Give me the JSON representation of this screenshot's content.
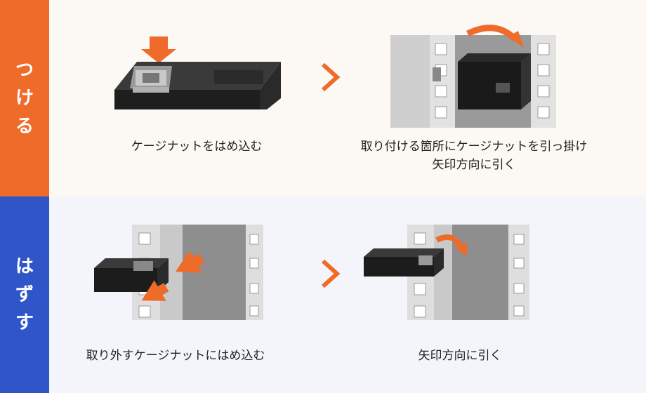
{
  "attach": {
    "side_label": [
      "つ",
      "け",
      "る"
    ],
    "step1_caption": "ケージナットをはめ込む",
    "step2_caption_line1": "取り付ける箇所にケージナットを引っ掛け",
    "step2_caption_line2": "矢印方向に引く"
  },
  "remove": {
    "side_label": [
      "は",
      "ず",
      "す"
    ],
    "step1_caption": "取り外すケージナットにはめ込む",
    "step2_caption": "矢印方向に引く"
  },
  "colors": {
    "accent_orange": "#ef6b2a",
    "accent_blue": "#2f55c8"
  },
  "icons": {
    "next": "chevron-right-icon",
    "arrow": "orange-arrow-icon"
  }
}
